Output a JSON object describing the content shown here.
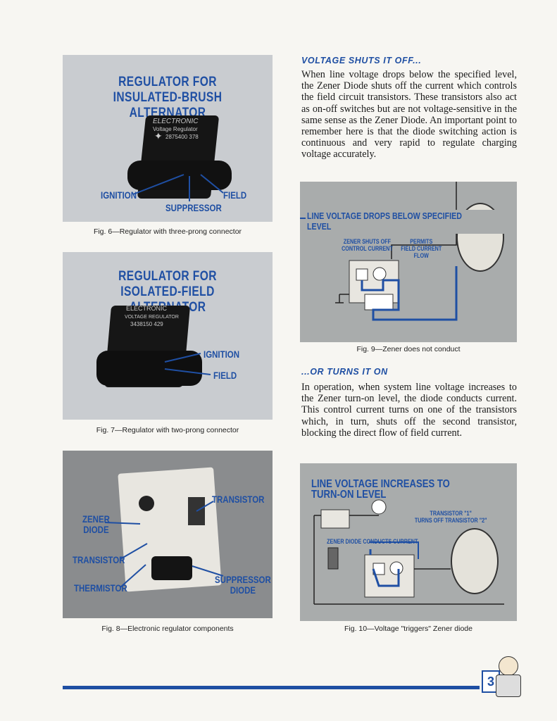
{
  "fig6": {
    "title_line1": "REGULATOR FOR",
    "title_line2": "INSULATED-BRUSH ALTERNATOR",
    "device_line1": "ELECTRONIC",
    "device_line2": "Voltage Regulator",
    "device_line3": "2875400 378",
    "label_ignition": "IGNITION",
    "label_suppressor": "SUPPRESSOR",
    "label_field": "FIELD",
    "caption": "Fig. 6—Regulator with three-prong connector"
  },
  "fig7": {
    "title_line1": "REGULATOR FOR",
    "title_line2": "ISOLATED-FIELD ALTERNATOR",
    "device_line1": "ELECTRONIC",
    "device_line2": "VOLTAGE REGULATOR",
    "device_line3": "3438150  429",
    "label_ignition": "IGNITION",
    "label_field": "FIELD",
    "caption": "Fig. 7—Regulator with two-prong connector"
  },
  "fig8": {
    "label_zener": "ZENER\nDIODE",
    "label_transistor_left": "TRANSISTOR",
    "label_thermistor": "THERMISTOR",
    "label_transistor_top": "TRANSISTOR",
    "label_suppressor": "SUPPRESSOR\nDIODE",
    "caption": "Fig. 8—Electronic regulator components"
  },
  "section1": {
    "heading": "VOLTAGE SHUTS IT OFF...",
    "body": "When line voltage drops below the specified level, the Zener Diode shuts off the current which controls the field circuit transistors. These transistors also act as on-off switches but are not voltage-sensitive in the same sense as the Zener Diode. An important point to remember here is that the diode switching action is continuous and very rapid to regulate charging voltage accurately."
  },
  "fig9": {
    "banner": "LINE VOLTAGE DROPS BELOW SPECIFIED LEVEL",
    "label_zener": "ZENER SHUTS OFF\nCONTROL CURRENT",
    "label_permits": "PERMITS\nFIELD CURRENT\nFLOW",
    "caption": "Fig. 9—Zener does not conduct"
  },
  "section2": {
    "heading": "...OR TURNS IT ON",
    "body": "In operation, when system line voltage increases to the Zener turn-on level, the diode conducts current. This control current turns on one of the transistors which, in turn, shuts off the second transistor, blocking the direct flow of field current."
  },
  "fig10": {
    "banner": "LINE VOLTAGE INCREASES TO TURN-ON LEVEL",
    "label_transistor": "TRANSISTOR \"1\"\nTURNS OFF TRANSISTOR \"2\"",
    "label_zener": "ZENER DIODE CONDUCTS CURRENT",
    "caption": "Fig. 10—Voltage \"triggers\" Zener diode"
  },
  "footer": {
    "page_number": "3"
  },
  "colors": {
    "accent_blue": "#1f4fa3",
    "photo_bg": "#c9ccd0",
    "diagram_bg": "#a9acac"
  }
}
